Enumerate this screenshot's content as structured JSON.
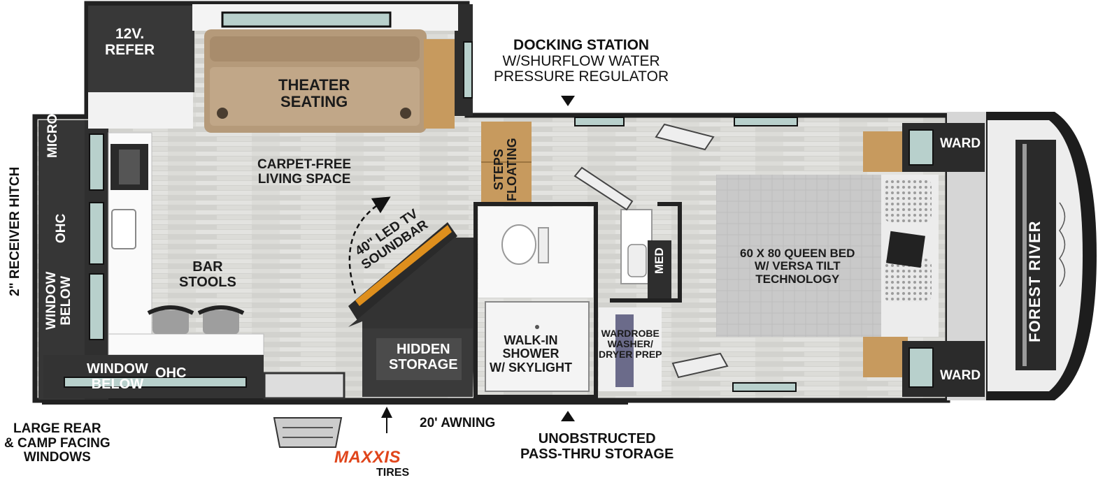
{
  "brand": {
    "tire_brand": "MAXXIS",
    "tire_label": "TIRES",
    "model_mark": "FOREST RIVER",
    "tire_brand_color": "#e0451b"
  },
  "colors": {
    "wall": "#2b2b2b",
    "floor": "#d9d9d6",
    "cabinet_dark": "#3a3a3a",
    "wood": "#c79a5e",
    "sofa": "#b59a7a",
    "window_glass": "#b8d0cc",
    "soundbar_glow": "#f29a1c"
  },
  "rooms": {
    "refer": [
      "12V.",
      "REFER"
    ],
    "theater": [
      "THEATER",
      "SEATING"
    ],
    "living": [
      "CARPET-FREE",
      "LIVING SPACE"
    ],
    "micro": "MICRO",
    "ohc_upper": "OHC",
    "window_below_left": [
      "WINDOW",
      "BELOW"
    ],
    "bar_stools": [
      "BAR",
      "STOOLS"
    ],
    "window_below_bottom": [
      "WINDOW",
      "BELOW"
    ],
    "ohc_bottom": "OHC",
    "tv": [
      "40\" LED TV",
      "SOUNDBAR"
    ],
    "floating_steps": [
      "FLOATING",
      "STEPS"
    ],
    "hidden_storage": [
      "HIDDEN",
      "STORAGE"
    ],
    "shower": [
      "WALK-IN",
      "SHOWER",
      "W/ SKYLIGHT"
    ],
    "med": "MED",
    "wardrobe": [
      "WARDROBE",
      "WASHER/",
      "DRYER PREP"
    ],
    "bed": [
      "60 x 80 QUEEN BED",
      "W/ VERSA TILT",
      "TECHNOLOGY"
    ],
    "ward_top": "WARD",
    "ward_bottom": "WARD"
  },
  "callouts": {
    "docking": [
      "DOCKING STATION",
      "W/SHURFLOW WATER",
      "PRESSURE REGULATOR"
    ],
    "receiver": "2\" RECEIVER HITCH",
    "rear_windows": [
      "LARGE REAR",
      "& CAMP FACING",
      "WINDOWS"
    ],
    "awning": "20' AWNING",
    "pass_thru": [
      "UNOBSTRUCTED",
      "PASS-THRU STORAGE"
    ]
  }
}
